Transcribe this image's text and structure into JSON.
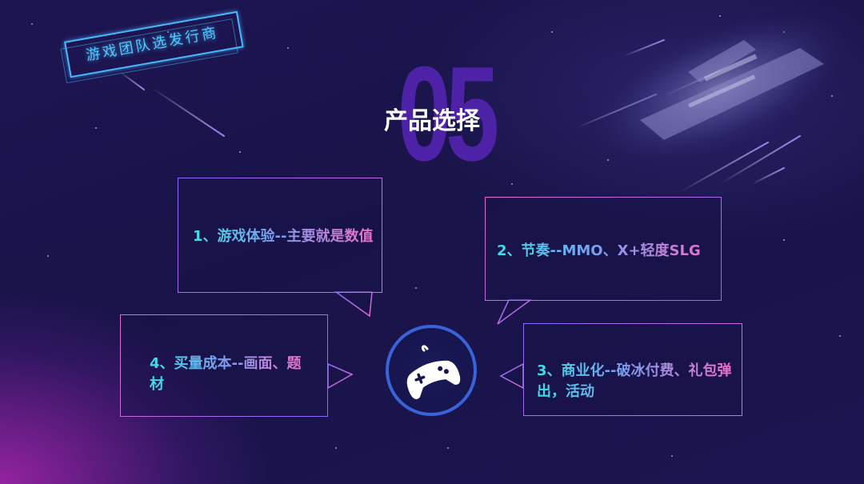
{
  "tag": {
    "label": "游戏团队选发行商"
  },
  "section": {
    "number": "05",
    "title": "产品选择"
  },
  "boxes": [
    {
      "text": "1、游戏体验--主要就是数值"
    },
    {
      "text": "2、节奏--MMO、X+轻度SLG"
    },
    {
      "text": "3、商业化--破冰付费、礼包弹出，活动"
    },
    {
      "text": "4、买量成本--画面、题材"
    }
  ],
  "icon": {
    "name": "gamepad-icon"
  },
  "colors": {
    "background": "#1b154d",
    "accent_cyan": "#3ee0e8",
    "accent_pink": "#f06ec8",
    "number_purple": "#4e22a6",
    "border_blue": "#3a63d8"
  }
}
